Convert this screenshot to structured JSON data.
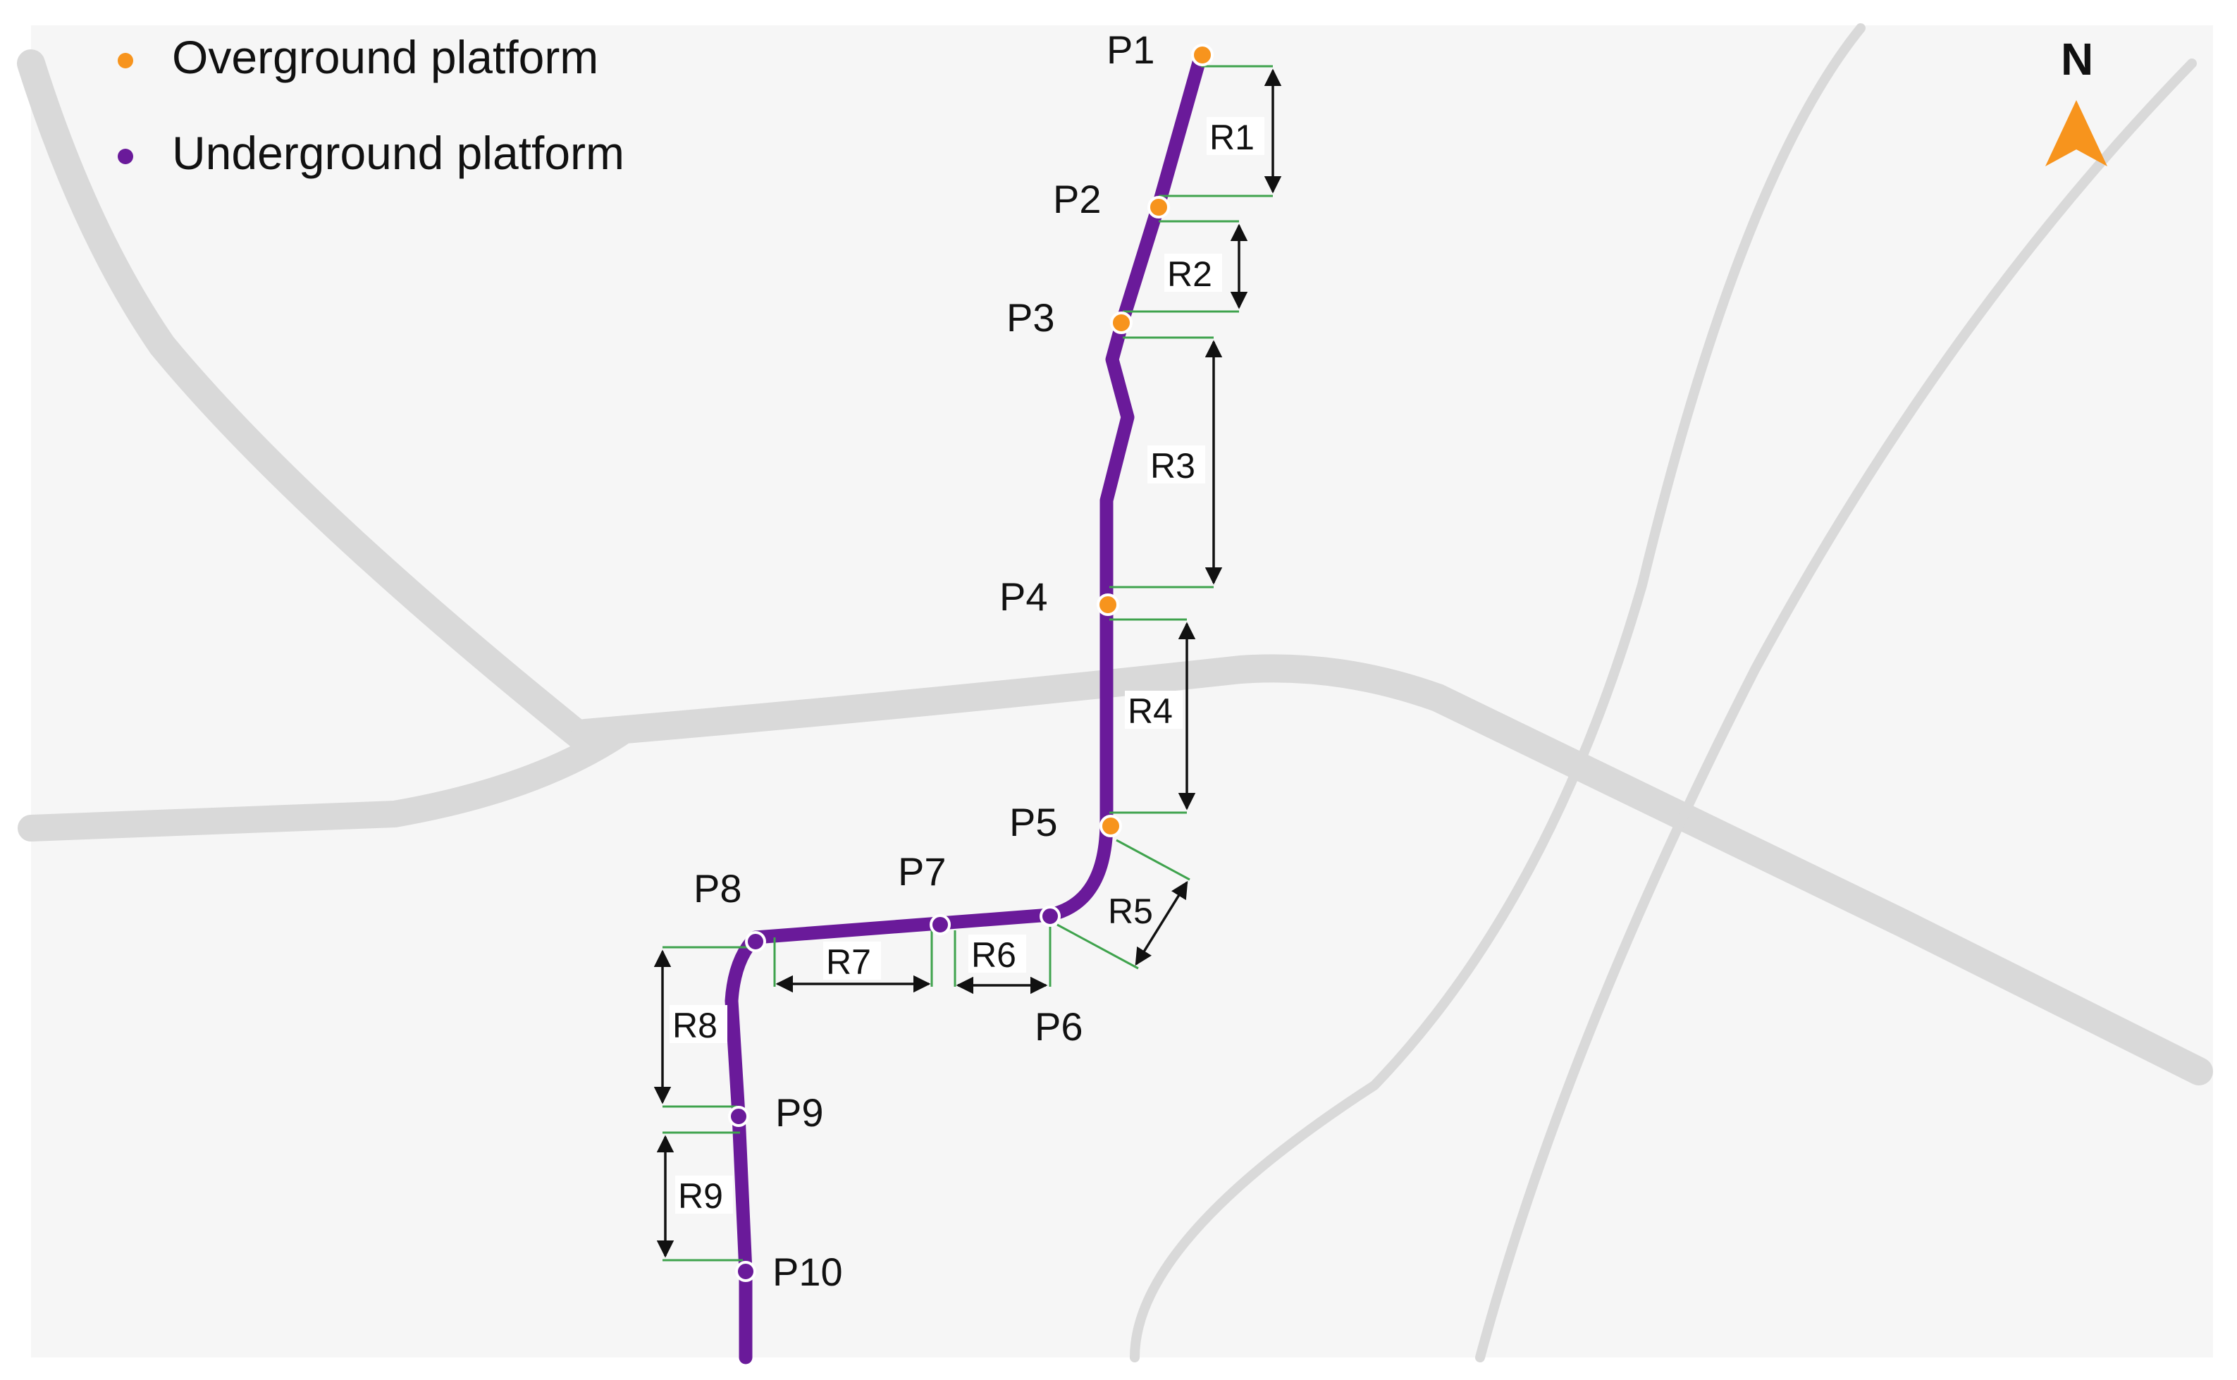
{
  "legend": {
    "items": [
      {
        "label": "Overground platform",
        "color": "#F7941D"
      },
      {
        "label": "Underground platform",
        "color": "#6A1A9A"
      }
    ]
  },
  "north_arrow": {
    "label": "N",
    "color": "#F7941D"
  },
  "line": {
    "color": "#6A1A9A"
  },
  "platforms": [
    {
      "id": "P1",
      "type": "overground"
    },
    {
      "id": "P2",
      "type": "overground"
    },
    {
      "id": "P3",
      "type": "overground"
    },
    {
      "id": "P4",
      "type": "overground"
    },
    {
      "id": "P5",
      "type": "overground"
    },
    {
      "id": "P6",
      "type": "underground"
    },
    {
      "id": "P7",
      "type": "underground"
    },
    {
      "id": "P8",
      "type": "underground"
    },
    {
      "id": "P9",
      "type": "underground"
    },
    {
      "id": "P10",
      "type": "underground"
    }
  ],
  "sections": [
    "R1",
    "R2",
    "R3",
    "R4",
    "R5",
    "R6",
    "R7",
    "R8",
    "R9"
  ],
  "colors": {
    "background": "#FFFFFF",
    "basemap": "#F6F6F6",
    "roads": "#D9D9D9",
    "measure_lines": "#3FA34D",
    "arrows": "#111111"
  }
}
